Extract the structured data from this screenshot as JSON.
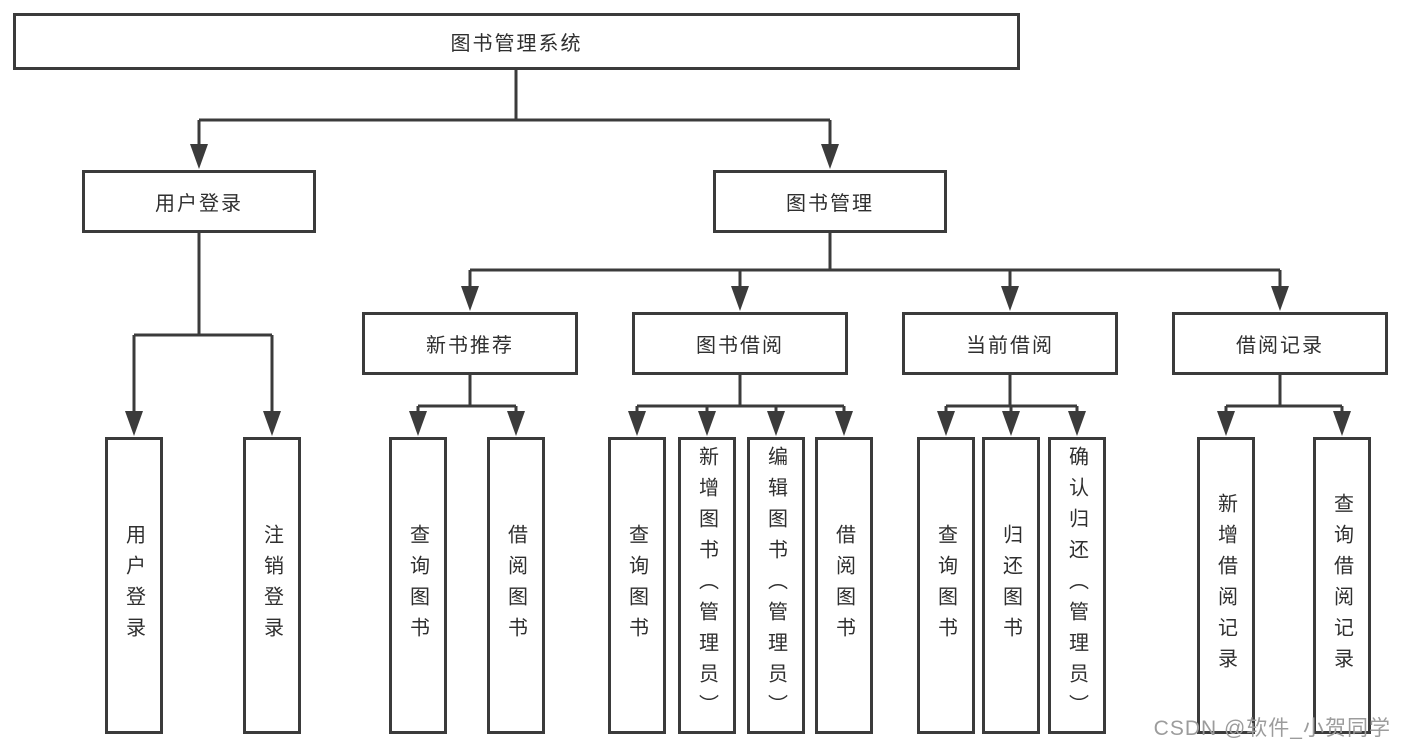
{
  "diagram": {
    "title": "图书管理系统",
    "level2": [
      {
        "label": "用户登录"
      },
      {
        "label": "图书管理"
      }
    ],
    "level3": [
      {
        "label": "新书推荐"
      },
      {
        "label": "图书借阅"
      },
      {
        "label": "当前借阅"
      },
      {
        "label": "借阅记录"
      }
    ],
    "leaves": [
      {
        "parent": "用户登录",
        "label": "用户登录"
      },
      {
        "parent": "用户登录",
        "label": "注销登录"
      },
      {
        "parent": "新书推荐",
        "label": "查询图书"
      },
      {
        "parent": "新书推荐",
        "label": "借阅图书"
      },
      {
        "parent": "图书借阅",
        "label": "查询图书"
      },
      {
        "parent": "图书借阅",
        "label": "新增图书（管理员）"
      },
      {
        "parent": "图书借阅",
        "label": "编辑图书（管理员）"
      },
      {
        "parent": "图书借阅",
        "label": "借阅图书"
      },
      {
        "parent": "当前借阅",
        "label": "查询图书"
      },
      {
        "parent": "当前借阅",
        "label": "归还图书"
      },
      {
        "parent": "当前借阅",
        "label": "确认归还（管理员）"
      },
      {
        "parent": "借阅记录",
        "label": "新增借阅记录"
      },
      {
        "parent": "借阅记录",
        "label": "查询借阅记录"
      }
    ]
  },
  "watermark": {
    "text": "CSDN @软件_小贺同学"
  },
  "colors": {
    "line": "#3b3b3b",
    "text": "#2f2f2f",
    "background": "#ffffff",
    "watermark": "#9c9c9c"
  }
}
